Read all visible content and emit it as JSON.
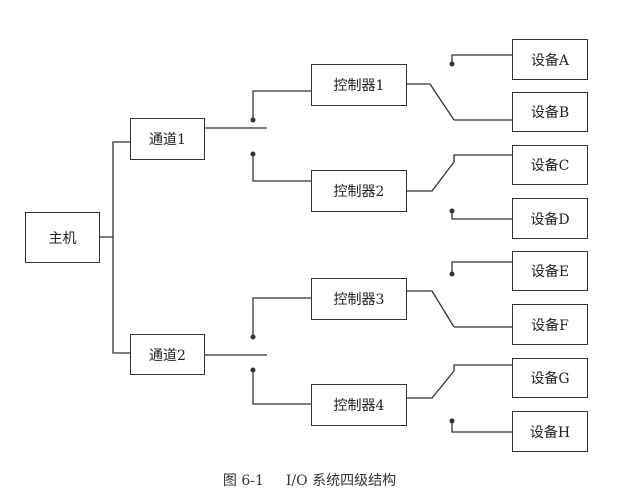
{
  "diagram": {
    "host": "主机",
    "channels": [
      "通道1",
      "通道2"
    ],
    "controllers": [
      "控制器1",
      "控制器2",
      "控制器3",
      "控制器4"
    ],
    "devices": [
      "设备A",
      "设备B",
      "设备C",
      "设备D",
      "设备E",
      "设备F",
      "设备G",
      "设备H"
    ]
  },
  "caption": {
    "number": "图 6-1",
    "title": "I/O 系统四级结构"
  },
  "colors": {
    "line": "#333333",
    "background": "#ffffff",
    "text": "#222222"
  }
}
